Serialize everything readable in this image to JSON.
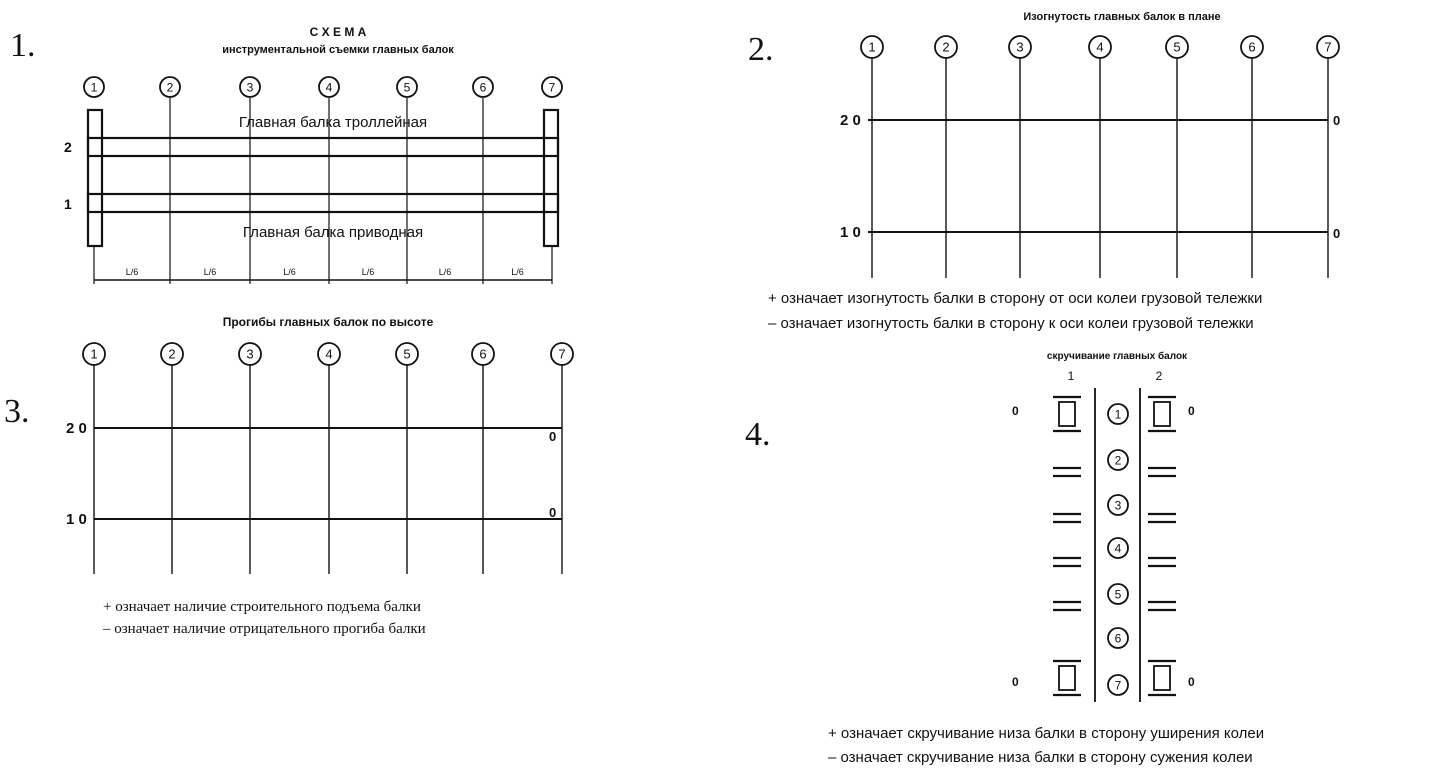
{
  "panel1": {
    "number": "1.",
    "title": "С Х Е М А",
    "subtitle": "инструментальной съемки главных балок",
    "axes": [
      "1",
      "2",
      "3",
      "4",
      "5",
      "6",
      "7"
    ],
    "beam_top_label": "Главная балка троллейная",
    "beam_bottom_label": "Главная балка приводная",
    "row_labels": [
      "2",
      "1"
    ],
    "span_labels": [
      "L/6",
      "L/6",
      "L/6",
      "L/6",
      "L/6",
      "L/6"
    ]
  },
  "panel2": {
    "number": "2.",
    "title": "Изогнутость главных балок в плане",
    "axes": [
      "1",
      "2",
      "3",
      "4",
      "5",
      "6",
      "7"
    ],
    "row_labels": [
      "2 0",
      "1 0"
    ],
    "end_values": [
      "0",
      "0"
    ],
    "note_plus": "+ означает изогнутость балки в сторону от оси колеи грузовой тележки",
    "note_minus": "– означает изогнутость балки в сторону к оси колеи грузовой тележки"
  },
  "panel3": {
    "number": "3.",
    "title": "Прогибы главных балок по высоте",
    "axes": [
      "1",
      "2",
      "3",
      "4",
      "5",
      "6",
      "7"
    ],
    "row_labels": [
      "2 0",
      "1 0"
    ],
    "end_values": [
      "0",
      "0"
    ],
    "note_plus": "+ означает наличие строительного подъема балки",
    "note_minus": "– означает наличие отрицательного прогиба балки"
  },
  "panel4": {
    "number": "4.",
    "title": "скручивание главных балок",
    "column_labels": [
      "1",
      "2"
    ],
    "axes": [
      "1",
      "2",
      "3",
      "4",
      "5",
      "6",
      "7"
    ],
    "corner_values": [
      "0",
      "0",
      "0",
      "0"
    ],
    "note_plus": "+ означает скручивание низа балки в сторону уширения колеи",
    "note_minus": "– означает скручивание низа балки в сторону сужения колеи"
  }
}
